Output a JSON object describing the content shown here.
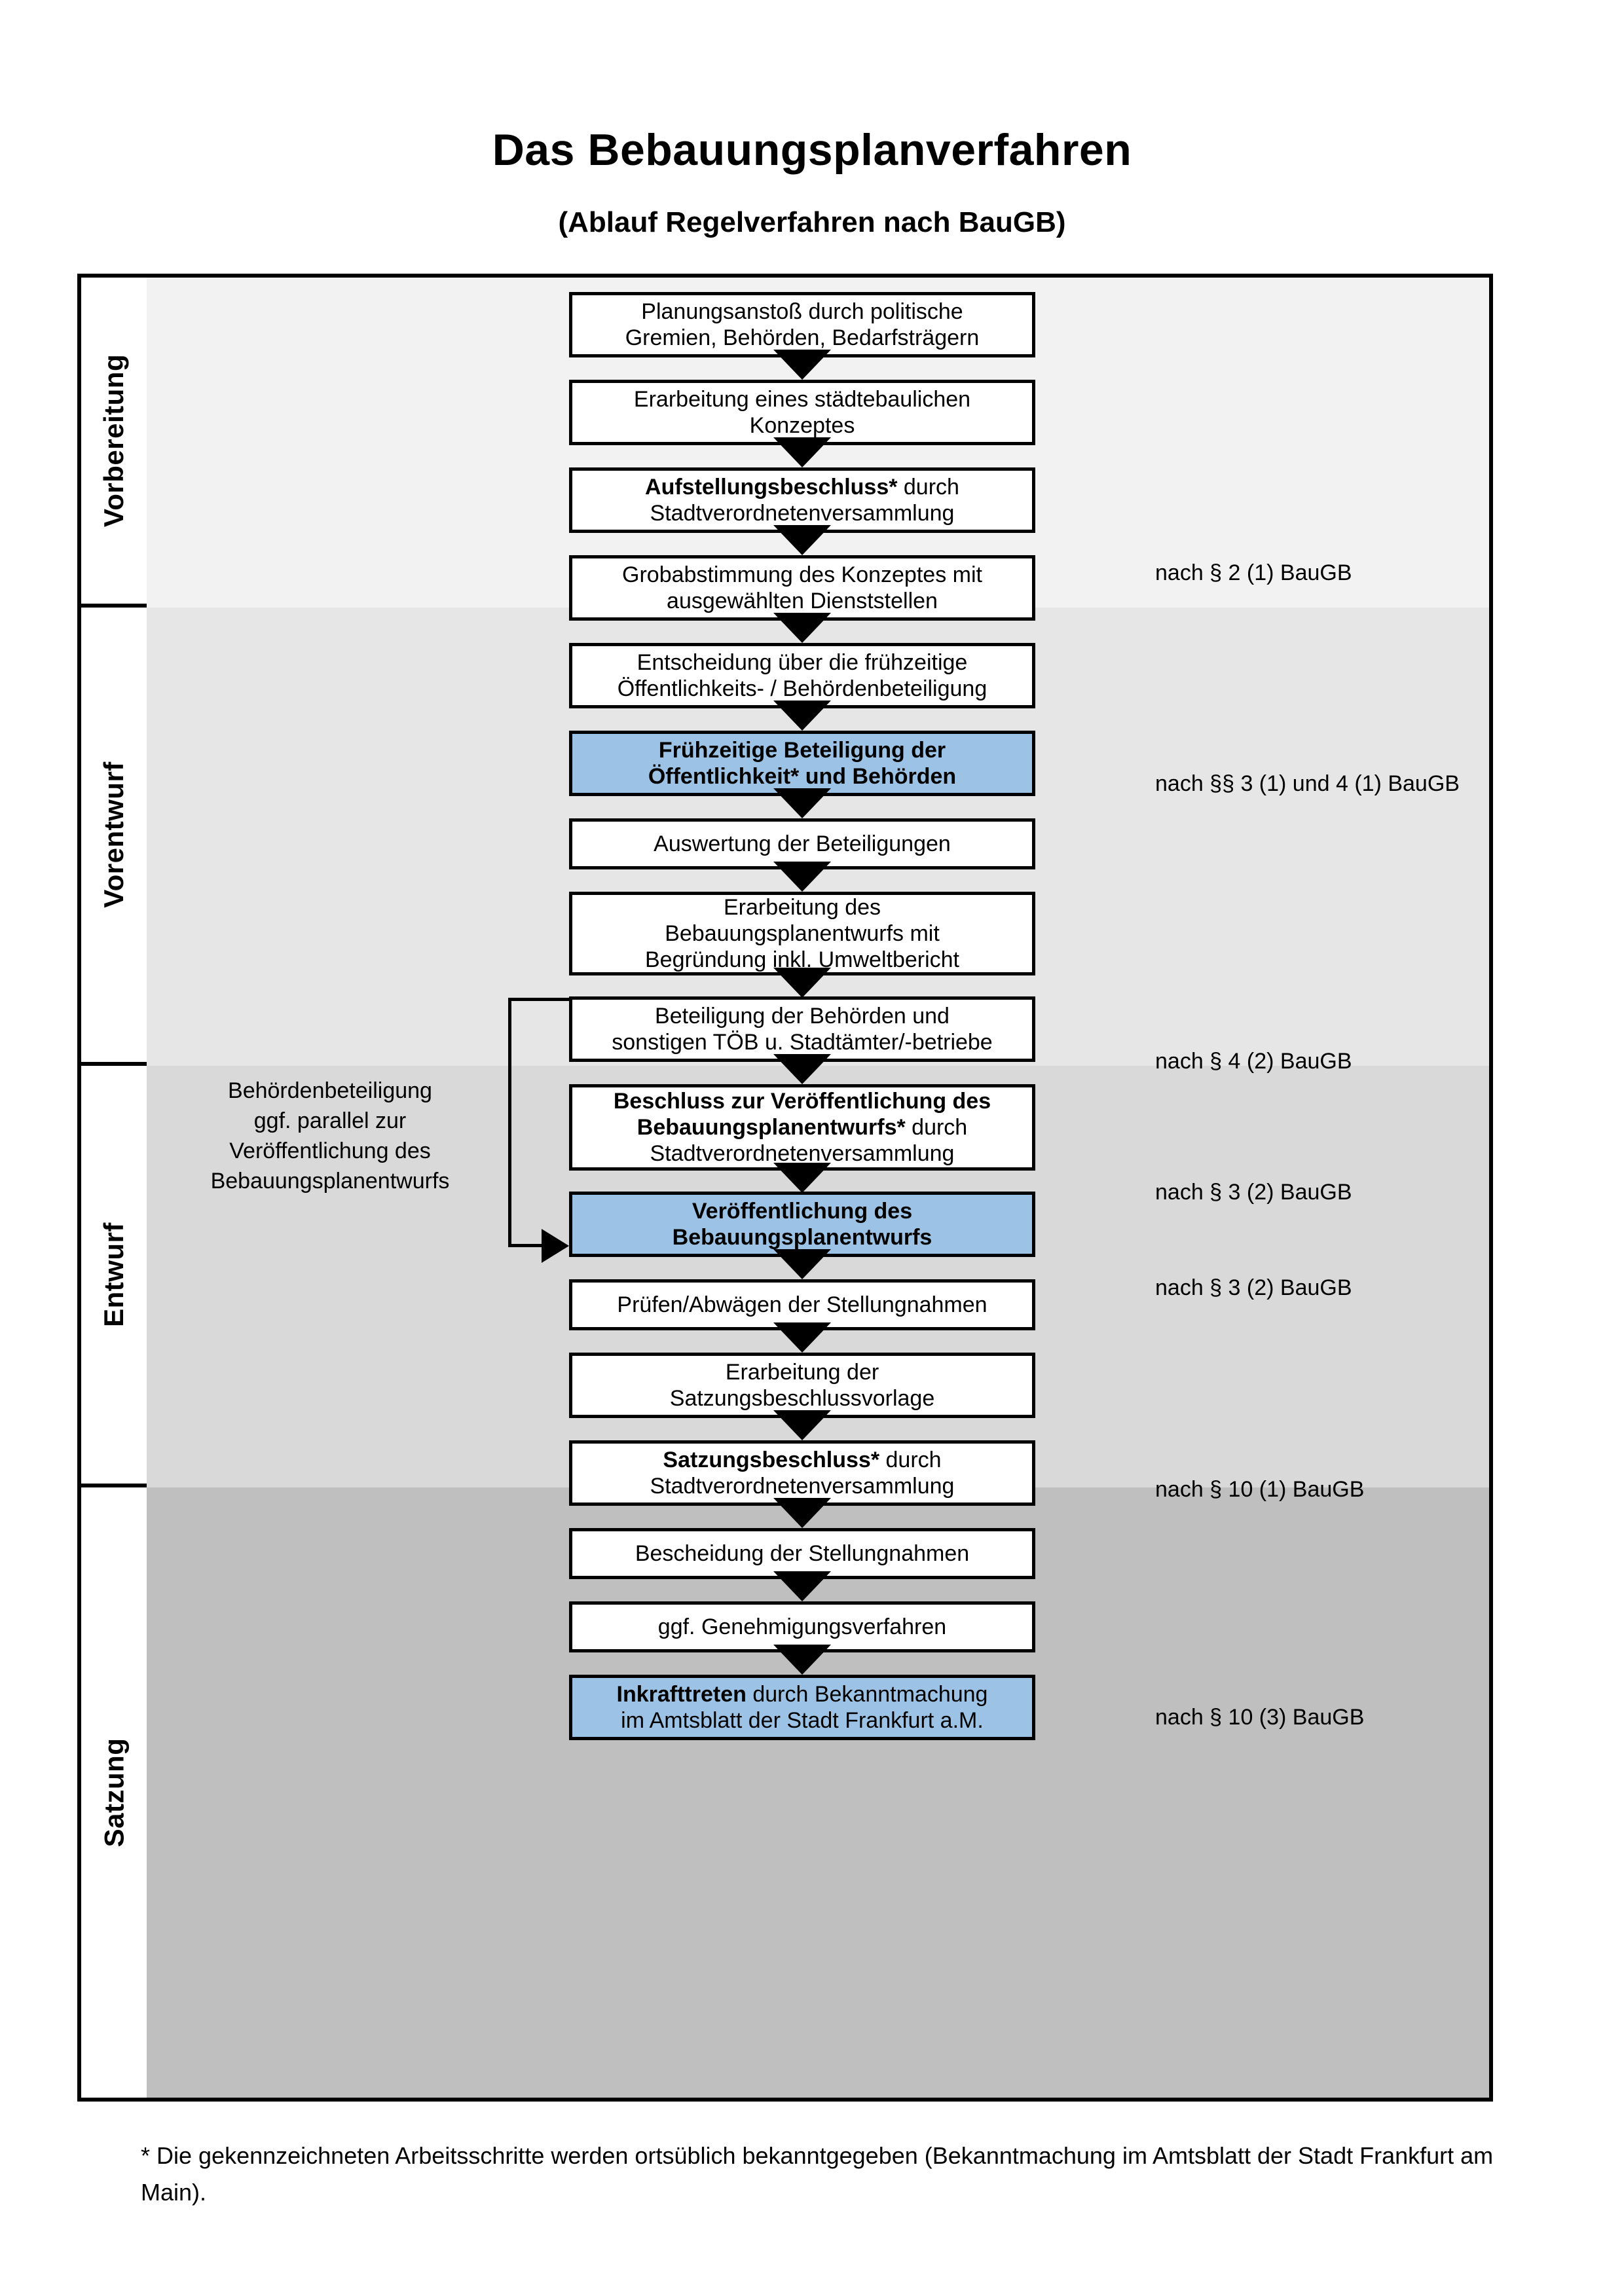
{
  "header": {
    "title": "Das Bebauungsplanverfahren",
    "subtitle": "(Ablauf Regelverfahren nach BauGB)"
  },
  "colors": {
    "highlight_blue": "#9cc3e5",
    "band_vorbereitung": "#f2f2f2",
    "band_vorentwurf": "#e6e6e6",
    "band_entwurf": "#d9d9d9",
    "band_satzung": "#bfbfbf",
    "border": "#000000",
    "page_background": "#ffffff"
  },
  "phases": [
    {
      "id": "vorbereitung",
      "label": "Vorbereitung"
    },
    {
      "id": "vorentwurf",
      "label": "Vorentwurf"
    },
    {
      "id": "entwurf",
      "label": "Entwurf"
    },
    {
      "id": "satzung",
      "label": "Satzung"
    }
  ],
  "steps": [
    {
      "id": "planungsanstoss",
      "phase": "vorbereitung",
      "highlight": false,
      "lines": [
        {
          "text": "Planungsanstoß durch politische",
          "bold": false
        },
        {
          "text": "Gremien, Behörden, Bedarfsträgern",
          "bold": false
        }
      ]
    },
    {
      "id": "staedtebauliches-konzept",
      "phase": "vorbereitung",
      "highlight": false,
      "lines": [
        {
          "text": "Erarbeitung eines städtebaulichen",
          "bold": false
        },
        {
          "text": "Konzeptes",
          "bold": false
        }
      ]
    },
    {
      "id": "aufstellungsbeschluss",
      "phase": "vorbereitung",
      "highlight": false,
      "lines": [
        {
          "text": "Aufstellungsbeschluss*",
          "bold": true,
          "suffix": " durch"
        },
        {
          "text": "Stadtverordnetenversammlung",
          "bold": false
        }
      ]
    },
    {
      "id": "grobabstimmung",
      "phase": "vorentwurf",
      "highlight": false,
      "lines": [
        {
          "text": "Grobabstimmung des Konzeptes mit",
          "bold": false
        },
        {
          "text": "ausgewählten Dienststellen",
          "bold": false
        }
      ]
    },
    {
      "id": "entscheidung-fruehzeitige-beteiligung",
      "phase": "vorentwurf",
      "highlight": false,
      "lines": [
        {
          "text": "Entscheidung über die frühzeitige",
          "bold": false
        },
        {
          "text": "Öffentlichkeits- / Behördenbeteiligung",
          "bold": false
        }
      ]
    },
    {
      "id": "fruehzeitige-beteiligung",
      "phase": "vorentwurf",
      "highlight": true,
      "lines": [
        {
          "text": "Frühzeitige Beteiligung der",
          "bold": true
        },
        {
          "text": "Öffentlichkeit* und Behörden",
          "bold": true
        }
      ]
    },
    {
      "id": "auswertung-beteiligungen",
      "phase": "entwurf",
      "highlight": false,
      "lines": [
        {
          "text": "Auswertung der Beteiligungen",
          "bold": false
        }
      ]
    },
    {
      "id": "erarbeitung-bplan-entwurf",
      "phase": "entwurf",
      "highlight": false,
      "lines": [
        {
          "text": "Erarbeitung des",
          "bold": false
        },
        {
          "text": "Bebauungsplanentwurfs mit",
          "bold": false
        },
        {
          "text": "Begründung inkl. Umweltbericht",
          "bold": false
        }
      ]
    },
    {
      "id": "beteiligung-behoerden-toeb",
      "phase": "entwurf",
      "highlight": false,
      "lines": [
        {
          "text": "Beteiligung der Behörden und",
          "bold": false
        },
        {
          "text": "sonstigen TÖB u. Stadtämter/-betriebe",
          "bold": false
        }
      ]
    },
    {
      "id": "beschluss-veroeffentlichung",
      "phase": "entwurf",
      "highlight": false,
      "lines": [
        {
          "text": "Beschluss zur Veröffentlichung des",
          "bold": true
        },
        {
          "text": "Bebauungsplanentwurfs*",
          "bold": true,
          "suffix": " durch"
        },
        {
          "text": "Stadtverordnetenversammlung",
          "bold": false
        }
      ]
    },
    {
      "id": "veroeffentlichung-bplan-entwurf",
      "phase": "entwurf",
      "highlight": true,
      "lines": [
        {
          "text": "Veröffentlichung des",
          "bold": true
        },
        {
          "text": "Bebauungsplanentwurfs",
          "bold": true
        }
      ]
    },
    {
      "id": "pruefen-abwaegen",
      "phase": "satzung",
      "highlight": false,
      "lines": [
        {
          "text": "Prüfen/Abwägen der Stellungnahmen",
          "bold": false
        }
      ]
    },
    {
      "id": "erarbeitung-satzungsbeschlussvorlage",
      "phase": "satzung",
      "highlight": false,
      "lines": [
        {
          "text": "Erarbeitung der",
          "bold": false
        },
        {
          "text": "Satzungsbeschlussvorlage",
          "bold": false
        }
      ]
    },
    {
      "id": "satzungsbeschluss",
      "phase": "satzung",
      "highlight": false,
      "lines": [
        {
          "text": "Satzungsbeschluss*",
          "bold": true,
          "suffix": " durch"
        },
        {
          "text": "Stadtverordnetenversammlung",
          "bold": false
        }
      ]
    },
    {
      "id": "bescheidung-stellungnahmen",
      "phase": "satzung",
      "highlight": false,
      "lines": [
        {
          "text": "Bescheidung der Stellungnahmen",
          "bold": false
        }
      ]
    },
    {
      "id": "genehmigungsverfahren",
      "phase": "satzung",
      "highlight": false,
      "lines": [
        {
          "text": "ggf. Genehmigungsverfahren",
          "bold": false
        }
      ]
    },
    {
      "id": "inkrafttreten",
      "phase": "satzung",
      "highlight": true,
      "lines": [
        {
          "text": "Inkrafttreten",
          "bold": true,
          "suffix": " durch Bekanntmachung"
        },
        {
          "text": "im Amtsblatt der Stadt Frankfurt a.M.",
          "bold": false
        }
      ]
    }
  ],
  "legal_refs": [
    {
      "id": "ref-par2-1",
      "text": "nach § 2 (1) BauGB"
    },
    {
      "id": "ref-par3-1-4-1",
      "text": "nach §§ 3 (1) und 4 (1) BauGB"
    },
    {
      "id": "ref-par4-2",
      "text": "nach § 4 (2) BauGB"
    },
    {
      "id": "ref-par3-2-a",
      "text": "nach § 3 (2) BauGB"
    },
    {
      "id": "ref-par3-2-b",
      "text": "nach § 3 (2) BauGB"
    },
    {
      "id": "ref-par10-1",
      "text": "nach § 10 (1) BauGB"
    },
    {
      "id": "ref-par10-3",
      "text": "nach § 10 (3) BauGB"
    }
  ],
  "side_note": {
    "lines": [
      "Behördenbeteiligung",
      "ggf. parallel zur",
      "Veröffentlichung des",
      "Bebauungsplanentwurfs"
    ]
  },
  "footnote": {
    "text": "* Die gekennzeichneten Arbeitsschritte werden ortsüblich bekanntgegeben (Bekanntmachung im Amtsblatt  der Stadt Frankfurt am Main)."
  }
}
